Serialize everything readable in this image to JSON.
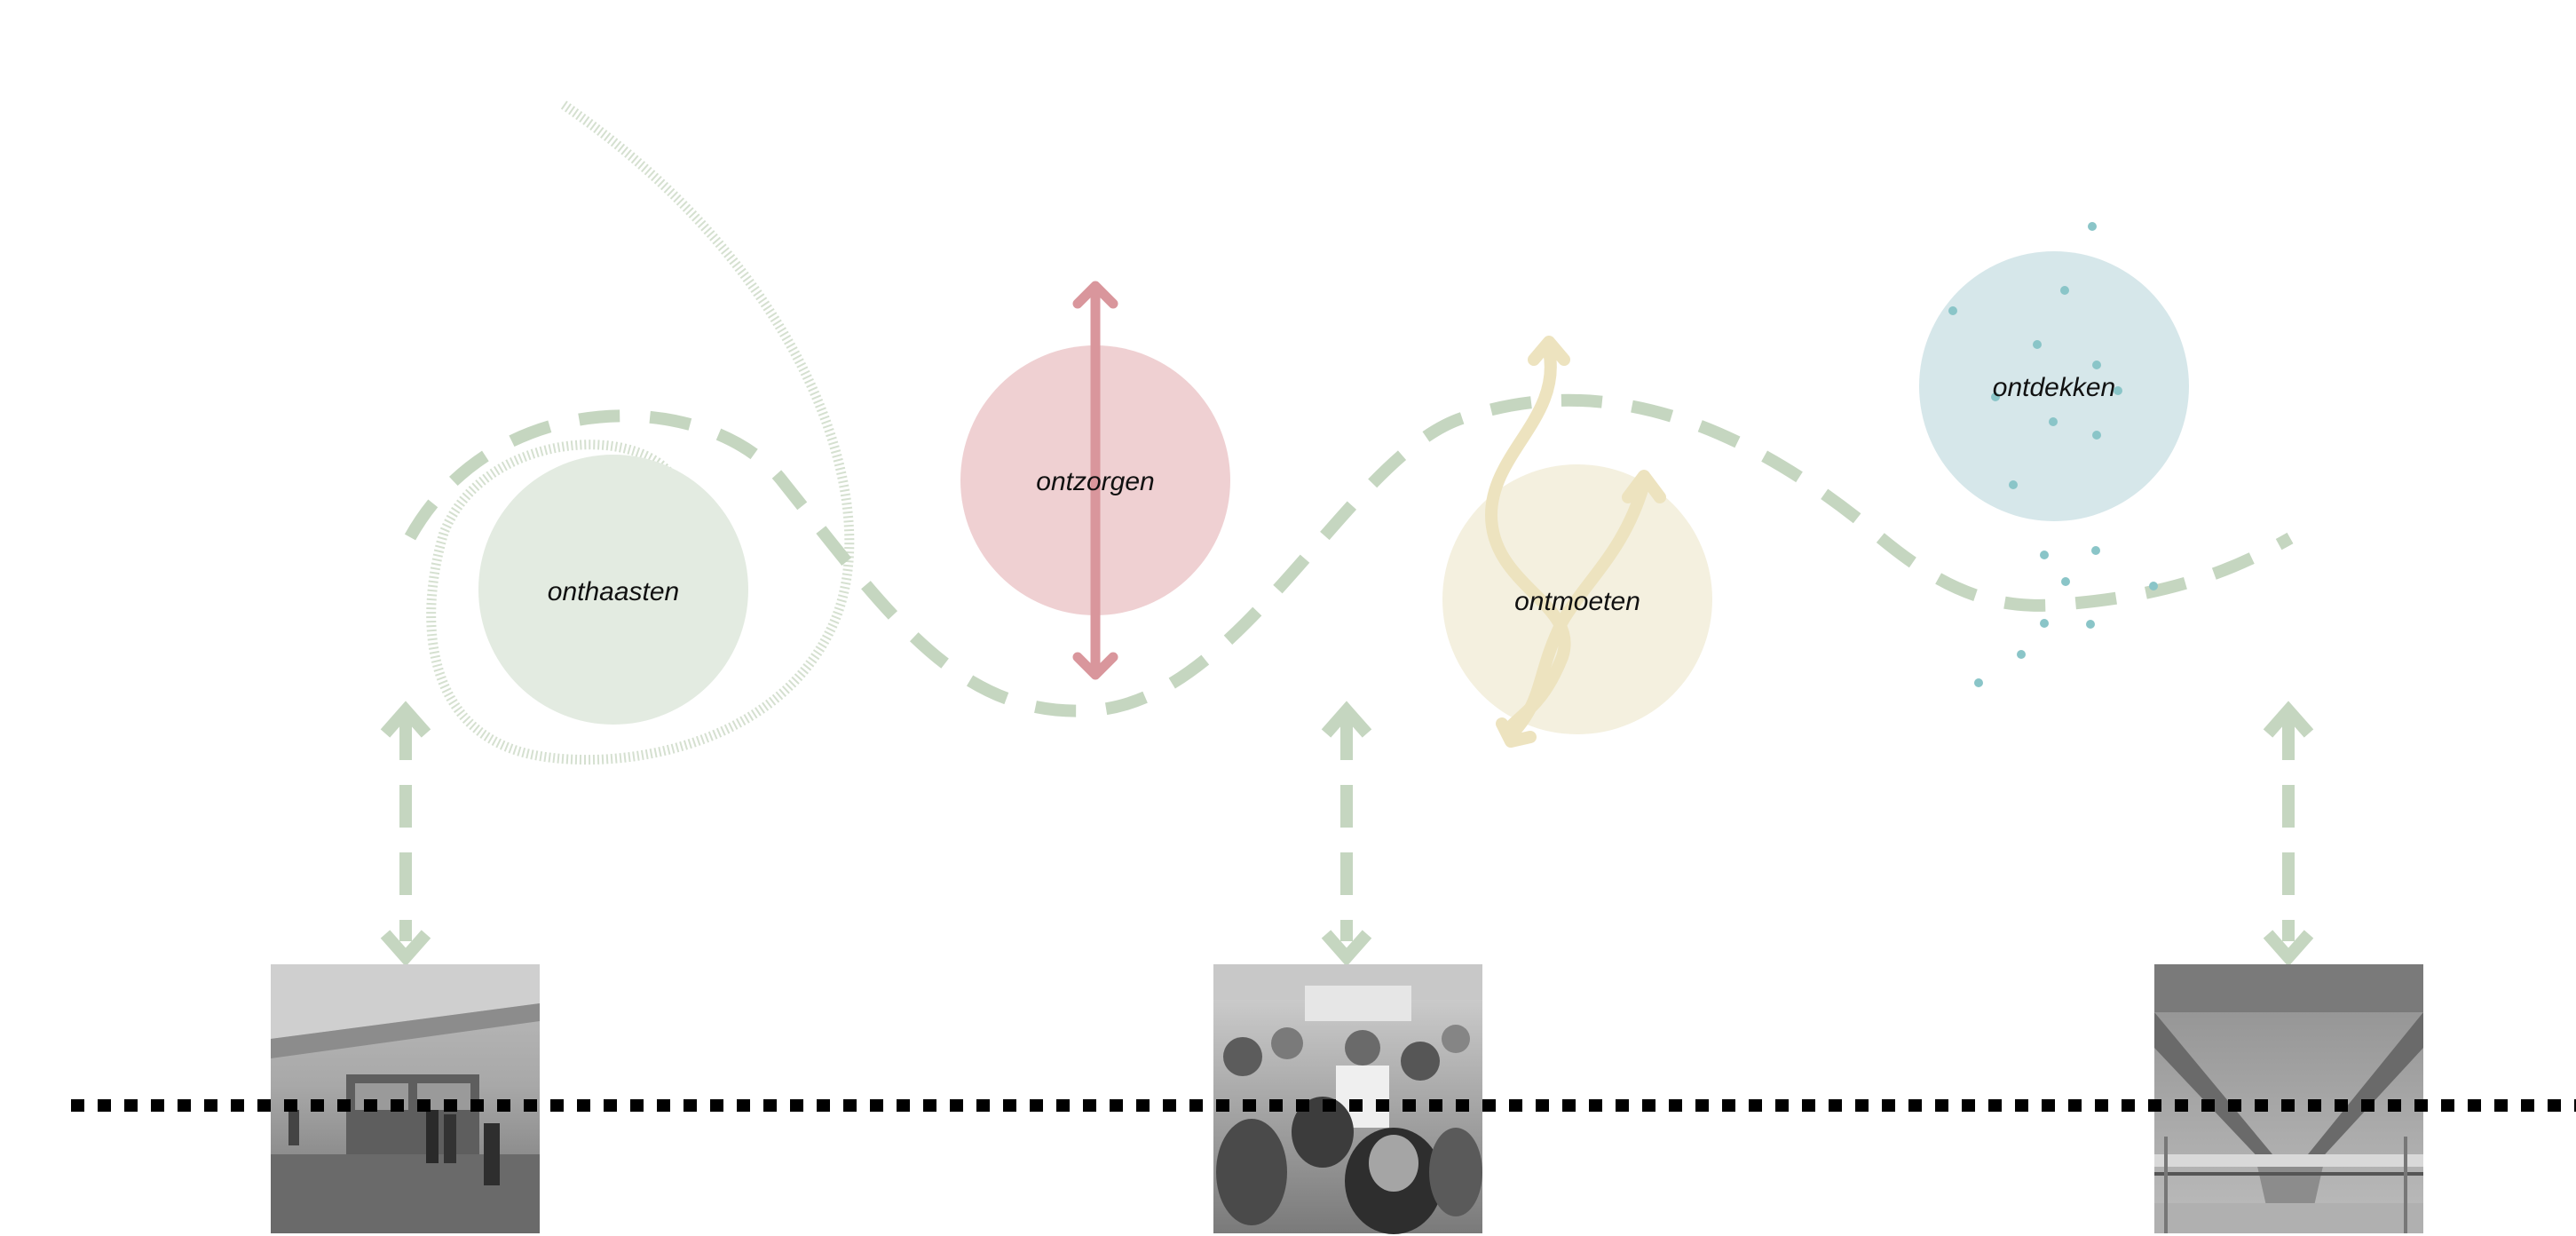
{
  "concepts": [
    {
      "id": "onthaasten",
      "label": "onthaasten",
      "color": "#e3ebe1",
      "motif": "spiral"
    },
    {
      "id": "ontzorgen",
      "label": "ontzorgen",
      "color": "#efd0d2",
      "motif": "vertical-double-arrow"
    },
    {
      "id": "ontmoeten",
      "label": "ontmoeten",
      "color": "#f4f0df",
      "motif": "crossing-paths"
    },
    {
      "id": "ontdekken",
      "label": "ontdekken",
      "color": "#d6e7ea",
      "motif": "scattered-dots"
    }
  ],
  "colors": {
    "path_green": "#c5d6c0",
    "spiral_green": "#d5e0d0",
    "arrow_red": "#d9969c",
    "path_yellow": "#ede3bf",
    "dot_teal": "#8ac5c8",
    "baseline": "#000000"
  },
  "photos": [
    {
      "id": "photo-bus-station",
      "description_icon": "photo-bus-station"
    },
    {
      "id": "photo-crowd",
      "description_icon": "photo-crowd"
    },
    {
      "id": "photo-overpass",
      "description_icon": "photo-overpass"
    }
  ]
}
